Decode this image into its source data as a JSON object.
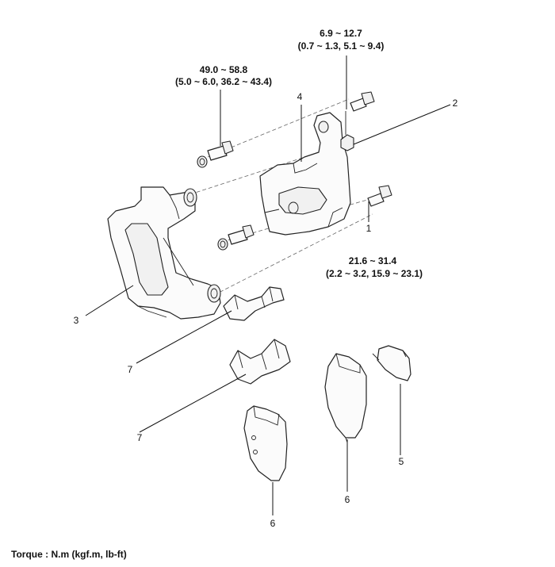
{
  "labels": {
    "item1": "1",
    "item2": "2",
    "item3": "3",
    "item4": "4",
    "item5": "5",
    "item6a": "6",
    "item6b": "6",
    "item7a": "7",
    "item7b": "7"
  },
  "torques": {
    "bracket_bolt": {
      "nm": "49.0 ~ 58.8",
      "alt": "(5.0 ~ 6.0, 36.2 ~ 43.4)"
    },
    "bleeder": {
      "nm": "6.9 ~ 12.7",
      "alt": "(0.7 ~ 1.3, 5.1 ~ 9.4)"
    },
    "guide_bolt": {
      "nm": "21.6 ~ 31.4",
      "alt": "(2.2 ~ 3.2, 15.9 ~ 23.1)"
    }
  },
  "footer": "Torque : N.m (kgf.m, lb-ft)"
}
